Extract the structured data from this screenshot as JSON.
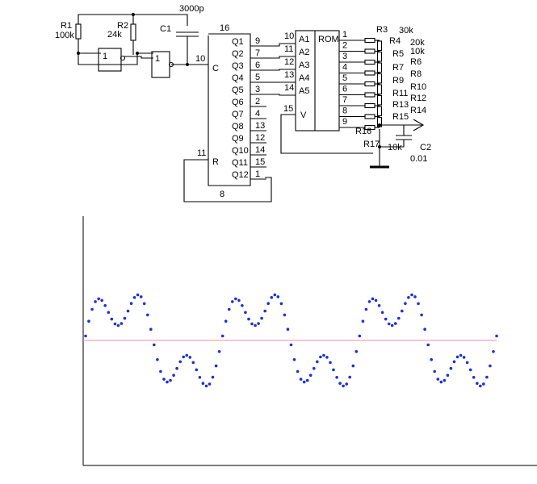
{
  "circuit": {
    "capacitor_value": "3000p",
    "r1": {
      "name": "R1",
      "value": "100k"
    },
    "r2": {
      "name": "R2",
      "value": "24k"
    },
    "c1": "C1",
    "gate1": "1",
    "gate2": "1",
    "pin10": "10",
    "pin11": "11",
    "counter": {
      "pin_top": "16",
      "pin_bottom": "8",
      "clock": "C",
      "reset": "R",
      "outputs": [
        "Q1",
        "Q2",
        "Q3",
        "Q4",
        "Q5",
        "Q6",
        "Q7",
        "Q8",
        "Q9",
        "Q10",
        "Q11",
        "Q12"
      ],
      "output_pins": [
        "9",
        "7",
        "6",
        "5",
        "3",
        "2",
        "4",
        "13",
        "12",
        "14",
        "15",
        "1"
      ]
    },
    "rom": {
      "title": "ROM",
      "inputs": [
        "A1",
        "A2",
        "A3",
        "A4",
        "A5"
      ],
      "input_pins": [
        "10",
        "11",
        "12",
        "13",
        "14"
      ],
      "v_label": "V",
      "v_pin": "15",
      "data_pins": [
        "1",
        "2",
        "3",
        "4",
        "5",
        "6",
        "7",
        "8",
        "9"
      ]
    },
    "resistor_labels": [
      "R3",
      "R4",
      "R5",
      "R6",
      "R7",
      "R8",
      "R9",
      "R10",
      "R11",
      "R12",
      "R13",
      "R14",
      "R15",
      "R16",
      "R17"
    ],
    "resistor_values": [
      "30k",
      "20k",
      "10k",
      "10k"
    ],
    "c2": {
      "name": "C2",
      "value": "0.01"
    }
  },
  "chart_data": {
    "type": "scatter",
    "title": "",
    "xlabel": "",
    "ylabel": "",
    "series_color": "#1f2fd6",
    "baseline_color": "#f28aa8",
    "periods": 3,
    "points_per_period": 42
  }
}
